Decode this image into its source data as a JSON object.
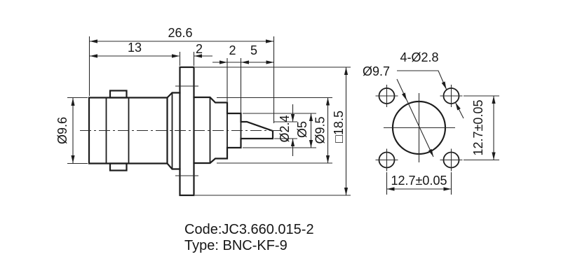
{
  "colors": {
    "line": "#1c1c1c",
    "background": "#ffffff"
  },
  "side_view": {
    "labels": {
      "overall_length": "26.6",
      "front_length": "13",
      "flange_thickness": "2",
      "insulator_exposed": "2",
      "contact_length": "5",
      "coupling_nut_dia": "Ø9.6",
      "contact_dia": "Ø2.4",
      "insulator_dia": "Ø5",
      "body_dia": "Ø9.5",
      "flange_square": "□18.5"
    }
  },
  "front_view": {
    "labels": {
      "center_hole_dia": "Ø9.7",
      "mounting_holes": "4-Ø2.8",
      "hole_pitch_horizontal": "12.7±0.05",
      "hole_pitch_vertical": "12.7±0.05"
    }
  },
  "footer": {
    "code": "Code:JC3.660.015-2",
    "type": "Type: BNC-KF-9"
  }
}
